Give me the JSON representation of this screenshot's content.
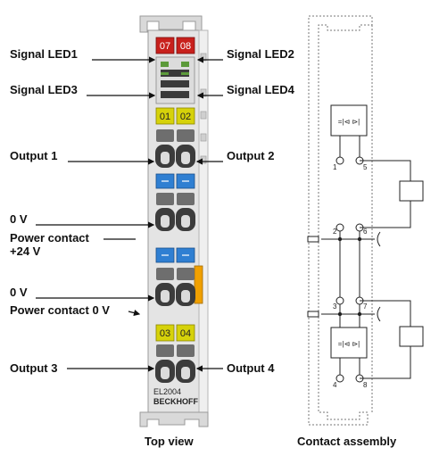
{
  "labels": {
    "signal_led1": "Signal LED1",
    "signal_led2": "Signal LED2",
    "signal_led3": "Signal LED3",
    "signal_led4": "Signal LED4",
    "output1": "Output 1",
    "output2": "Output 2",
    "zero_v_a": "0 V",
    "power_contact_a": "Power contact",
    "plus24v": "+24 V",
    "zero_v_b": "0 V",
    "power_contact_0v": "Power contact 0 V",
    "output3": "Output 3",
    "output4": "Output 4"
  },
  "terminal": {
    "led_07": "07",
    "led_08": "08",
    "led_01": "01",
    "led_02": "02",
    "led_03": "03",
    "led_04": "04",
    "model": "EL2004",
    "brand": "BECKHOFF"
  },
  "contacts": {
    "pin1": "1",
    "pin5": "5",
    "pin2": "2",
    "pin6": "6",
    "pin3": "3",
    "pin7": "7",
    "pin4": "4",
    "pin8": "8"
  },
  "captions": {
    "top_view": "Top view",
    "contact_assembly": "Contact assembly"
  },
  "colors": {
    "led_red": "#c8201c",
    "led_yellow": "#d6d20a",
    "contact_blue": "#2f7fd2",
    "power_orange": "#f0a000",
    "body_grey": "#e3e3e3"
  }
}
